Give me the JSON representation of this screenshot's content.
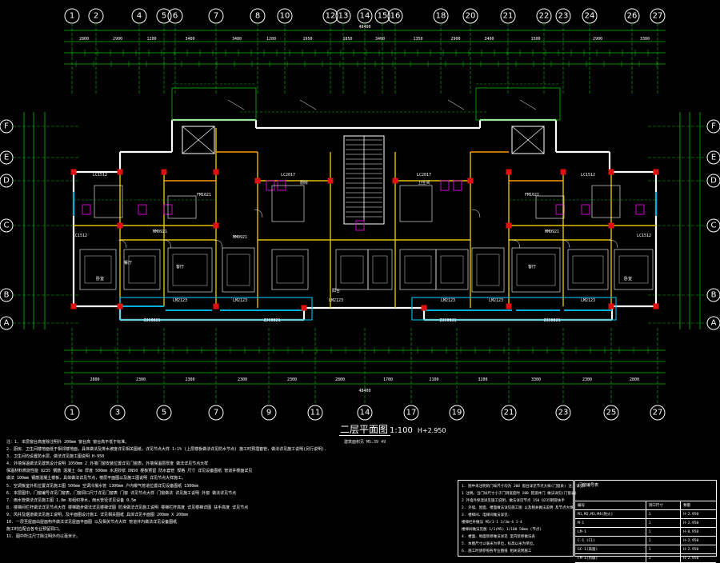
{
  "drawing": {
    "title": "二层平面图",
    "scale": "1:100",
    "elevation": "H+2.950",
    "sub_note": "建筑面积见    M5.39  49"
  },
  "axes": {
    "top": [
      "1",
      "2",
      "4",
      "5",
      "6",
      "7",
      "8",
      "10",
      "12",
      "13",
      "14",
      "15",
      "16",
      "18",
      "20",
      "21",
      "22",
      "23",
      "24",
      "26",
      "27"
    ],
    "bottom": [
      "1",
      "3",
      "5",
      "7",
      "9",
      "11",
      "14",
      "17",
      "19",
      "21",
      "23",
      "25",
      "27"
    ],
    "left": [
      "F",
      "E",
      "D",
      "C",
      "B",
      "A"
    ],
    "right": [
      "F",
      "E",
      "D",
      "C",
      "B",
      "A"
    ]
  },
  "dimensions": {
    "overall_top": "48400",
    "overall_bottom": "48400",
    "row_top_1": [
      "2800",
      "2900",
      "1200",
      "3400",
      "3400",
      "1200",
      "1950",
      "1850",
      "3400",
      "1350",
      "2900",
      "3400",
      "1500",
      "2900",
      "3300"
    ],
    "row_bottom": [
      "2800",
      "2300",
      "2300",
      "2300",
      "2300",
      "2800",
      "1700",
      "2100",
      "3200",
      "3300",
      "2300",
      "2800"
    ]
  },
  "notes": [
    "注：1. 本层窗台高度除注明外  200mm   窗台高  窗台高不低于标准。",
    "    2. 厨房、卫生间楼地面低于相邻楼地面，具体做法及排水坡度详见相关图纸，详见节点大样            1:1%  (上层楼板做法详见防水节点)  施工时预埋套管，做法详见施工说明(另行说明).",
    "    3. 卫生间均设置防水层，做法详见施工图说明                                        H-950",
    "    4. 外墙保温做法见建筑设计说明      1050mm   2 外墙门窗安装位置详见门窗表，外墙保温层厚度  做法详见节点大样",
    "       保温材料燃烧性能 Q235   钢筋 混凝土     6m  厚度   500mm     水泥砂浆        DN50    楼板预留 防水套管  规格 尺寸 详见设备图纸    管道井楼面详见",
    "       做法 100mm   钢筋混凝土楼板，具体做法详见节点，楼层平面图以及施工图说明 详见节点大样施工。",
    "    5. 空调板室外机位置详见施工图            500mm     空调冷凝水管            1300mm     户内暖气管道位置详见设备图纸            1300mm",
    "    6. 本层图中，门窗编号详见门窗表，门窗洞口尺寸详见门窗表 门窗 详见节点大样 门窗做法 详见施工说明 外窗   做法详见节点",
    "    7. 雨水管做法详见施工图            1.8m     有组织排水，雨水管径详见设备       0.5m",
    "    8. 楼梯间栏杆做法详见节点大样 楼梯踏步做法详见楼梯详图 防滑做法详见施工说明 楼梯栏杆高度 详见楼梯详图 扶手高度 详见节点",
    "    9. 风井及烟道做法见施工说明，及平面图设计施工 详见相关图纸       具体详见平面图      200mm  X  200mm",
    "   10. 一层至屋面出屋面构件做法详见屋面平面图 以及相关节点大样         管道井内做法详见设备图纸",
    "       施工时应配合各专业预留洞口。",
    "   11. 图中所注尺寸除注明外均以毫米计。"
  ],
  "legend_notes": [
    "1. 图中未注明的门垛尺寸均为   200   窗台详见节点大样(门窗表)        注.  详见:",
    "   1 注明。当门垛尺寸小于门洞宽度时           200      管道井门      做法详见(门窗表)",
    "   2 外墙外保温详见施工说明，做法详见节点            150    Q235钢管扶手",
    "2. 外墙、屋面、楼面做法详见施工图 以及相关做法说明 及节点大样",
    "3. 楼梯间、电梯间做法详见:",
    "   楼梯栏杆做法       M5/1-1      1/3m-4  1-4",
    "   楼梯间做法见图     1/1(M5)     1/100   50mm    (节点)",
    "4. 楼面、地面装修做法详见 室内装修做法表",
    "5. 本图尺寸以毫米为单位，标高以米为单位。",
    "6. 施工时请参照各专业图纸 相关说明施工"
  ],
  "legend_table": {
    "header": "门窗编号表",
    "rows": [
      [
        "编号",
        "洞口尺寸",
        "数量"
      ],
      [
        "M1,M2,M3,M4(防火)",
        "1",
        "H-2.950"
      ],
      [
        "M-1",
        "1",
        "H-2.950"
      ],
      [
        "LM-1",
        "1",
        "H-0.950"
      ],
      [
        "C-1 (C1)",
        "1",
        "H-2.950"
      ],
      [
        "GC-1(高窗)",
        "1",
        "H-2.950"
      ],
      [
        "FM-1(丙级)",
        "1",
        "H-2.950"
      ]
    ]
  },
  "room_labels": [
    "LC1512",
    "LC1512",
    "LC1512",
    "LC1512",
    "MM0921",
    "MM0921",
    "MM0921",
    "LM2123",
    "LM2123",
    "LM2123",
    "LM2123",
    "LM2123",
    "LM2123",
    "ZJC0821",
    "ZJC0821",
    "ZJC0821",
    "ZJC0821",
    "LC2017",
    "LC2017",
    "FM1021",
    "FM1021",
    "卧室",
    "卧室",
    "客厅",
    "客厅",
    "厨房",
    "卫生间",
    "餐厅",
    "阳台"
  ]
}
